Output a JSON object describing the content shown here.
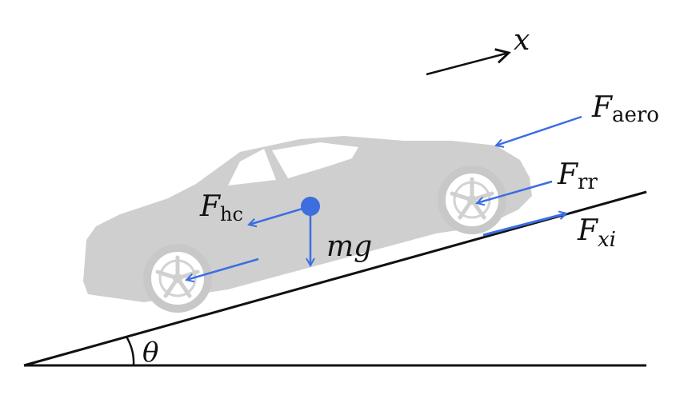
{
  "labels": {
    "x_axis": "x",
    "angle": "θ",
    "mg": "mg",
    "f_aero_main": "F",
    "f_aero_sub": "aero",
    "f_rr_main": "F",
    "f_rr_sub": "rr",
    "f_hc_main": "F",
    "f_hc_sub": "hc",
    "f_xi_main": "F",
    "f_xi_sub": "xi"
  },
  "colors": {
    "force_arrow": "#3c6ee0",
    "car_body": "#cfcfcf",
    "car_window": "#ffffff",
    "ground": "#111111"
  },
  "icons": {
    "car": "car-silhouette-icon",
    "center_of_mass": "center-of-mass-dot-icon"
  }
}
